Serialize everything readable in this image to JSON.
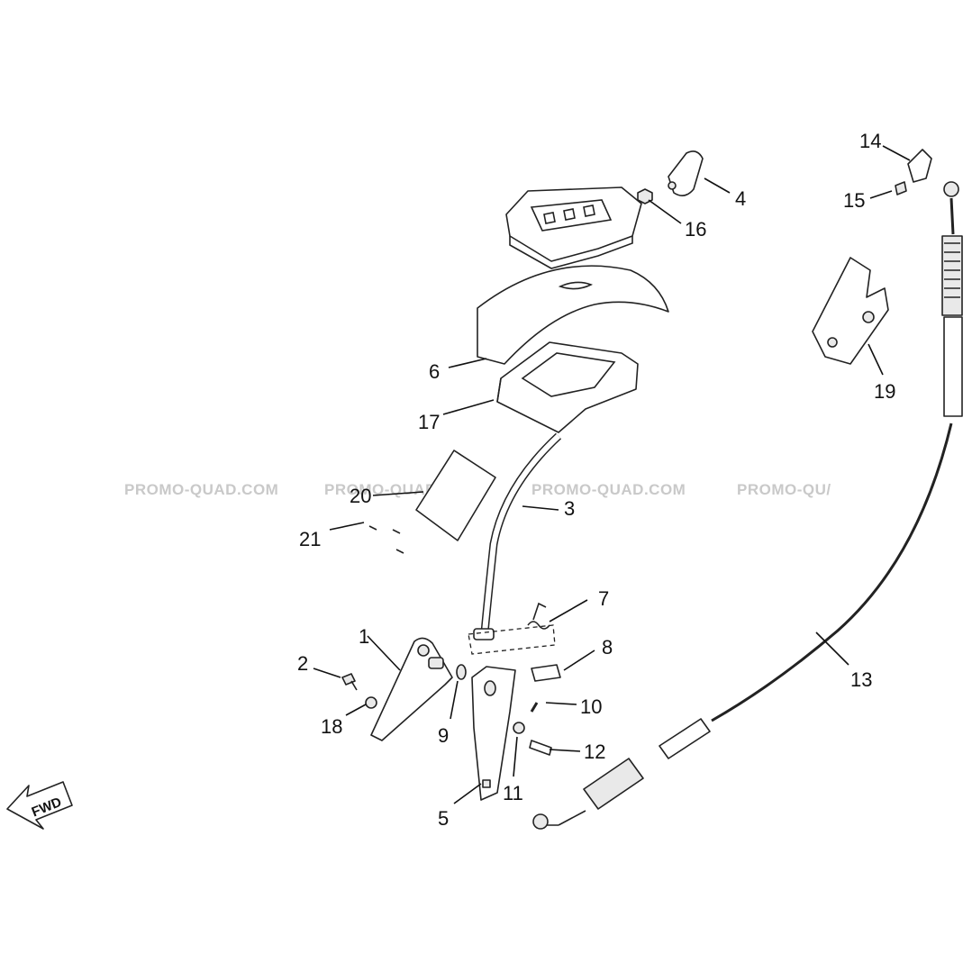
{
  "diagram": {
    "watermark": "PROMO-QUAD.COM",
    "watermark_cut": "PROMO-QU/",
    "direction_label": "FWD",
    "callouts": [
      {
        "id": "1",
        "text": "1"
      },
      {
        "id": "2",
        "text": "2"
      },
      {
        "id": "3",
        "text": "3"
      },
      {
        "id": "4",
        "text": "4"
      },
      {
        "id": "5",
        "text": "5"
      },
      {
        "id": "6",
        "text": "6"
      },
      {
        "id": "7",
        "text": "7"
      },
      {
        "id": "8",
        "text": "8"
      },
      {
        "id": "9",
        "text": "9"
      },
      {
        "id": "10",
        "text": "10"
      },
      {
        "id": "11",
        "text": "11"
      },
      {
        "id": "12",
        "text": "12"
      },
      {
        "id": "13",
        "text": "13"
      },
      {
        "id": "14",
        "text": "14"
      },
      {
        "id": "15",
        "text": "15"
      },
      {
        "id": "16",
        "text": "16"
      },
      {
        "id": "17",
        "text": "17"
      },
      {
        "id": "18",
        "text": "18"
      },
      {
        "id": "19",
        "text": "19"
      },
      {
        "id": "20",
        "text": "20"
      },
      {
        "id": "21",
        "text": "21"
      }
    ]
  }
}
